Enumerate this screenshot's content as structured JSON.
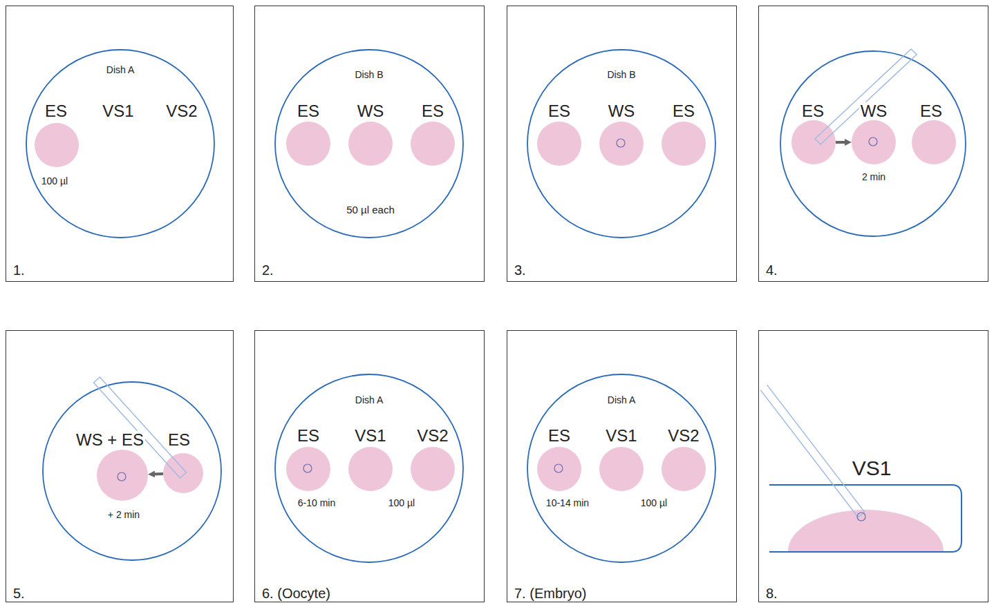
{
  "diagram": {
    "nodes": [
      {
        "text": [
          "1."
        ]
      },
      {
        "text": [
          "Dish A",
          "VS1",
          "VS2",
          "100 µl"
        ],
        "in": 0
      },
      {
        "text": [
          "ES"
        ],
        "in": 1
      },
      {
        "text": [
          "2."
        ]
      },
      {
        "text": [
          "Dish B",
          "50 µl each"
        ],
        "in": 3
      },
      {
        "text": [
          "ES"
        ],
        "in": 4
      },
      {
        "text": [
          "WS"
        ],
        "in": 4
      },
      {
        "text": [
          "ES"
        ],
        "in": 4
      },
      {
        "text": [
          "3."
        ]
      },
      {
        "text": [
          "Dish B"
        ],
        "in": 8
      },
      {
        "text": [
          "ES"
        ],
        "in": 9
      },
      {
        "text": [
          "WS"
        ],
        "in": 9
      },
      {
        "text": [
          "ES"
        ],
        "in": 9
      },
      {
        "text": [
          "4."
        ]
      },
      {
        "text": [
          "2 min"
        ],
        "in": 13
      },
      {
        "text": [
          "ES"
        ],
        "in": 14
      },
      {
        "text": [
          "WS"
        ],
        "in": 14
      },
      {
        "text": [
          "ES"
        ],
        "in": 14
      },
      {
        "text": [
          "5."
        ]
      },
      {
        "text": [
          "+ 2 min"
        ],
        "in": 18
      },
      {
        "text": [
          "WS + ES"
        ],
        "in": 19
      },
      {
        "text": [
          "ES"
        ],
        "in": 19
      },
      {
        "text": [
          "6. (Oocyte)"
        ]
      },
      {
        "text": [
          "Dish A",
          "6-10 min",
          "100 µl"
        ],
        "in": 22
      },
      {
        "text": [
          "ES"
        ],
        "in": 23
      },
      {
        "text": [
          "VS1"
        ],
        "in": 23
      },
      {
        "text": [
          "VS2"
        ],
        "in": 23
      },
      {
        "text": [
          "7. (Embryo)"
        ]
      },
      {
        "text": [
          "Dish A",
          "10-14 min",
          "100 µl"
        ],
        "in": 27
      },
      {
        "text": [
          "ES"
        ],
        "in": 28
      },
      {
        "text": [
          "VS1"
        ],
        "in": 28
      },
      {
        "text": [
          "VS2"
        ],
        "in": 28
      },
      {
        "text": [
          "8."
        ]
      },
      {
        "text": [
          "VS1"
        ],
        "in": 32
      }
    ],
    "edges": [
      {
        "from": 15,
        "to": 16,
        "arrow": "to"
      },
      {
        "from": 21,
        "to": 20,
        "arrow": "to"
      }
    ]
  }
}
